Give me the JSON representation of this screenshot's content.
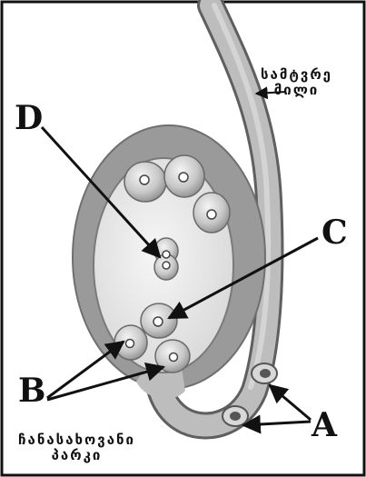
{
  "labels": {
    "D": "D",
    "C": "C",
    "B": "B",
    "A": "A"
  },
  "text": {
    "oviduct_line1": "სამტვრე",
    "oviduct_line2": "მილი",
    "sac_line1": "ჩანასახოვანი",
    "sac_line2": "პარკი"
  },
  "colors": {
    "frame": "#111111",
    "tube_fill": "#bdbdbd",
    "tube_edge": "#5f5f5f",
    "ring_fill": "#9a9a9a",
    "cavity_fill": "#ececec",
    "cell_fill": "#d6d6d6",
    "nucleus_fill": "#6a6a6a",
    "arrow": "#111111"
  }
}
